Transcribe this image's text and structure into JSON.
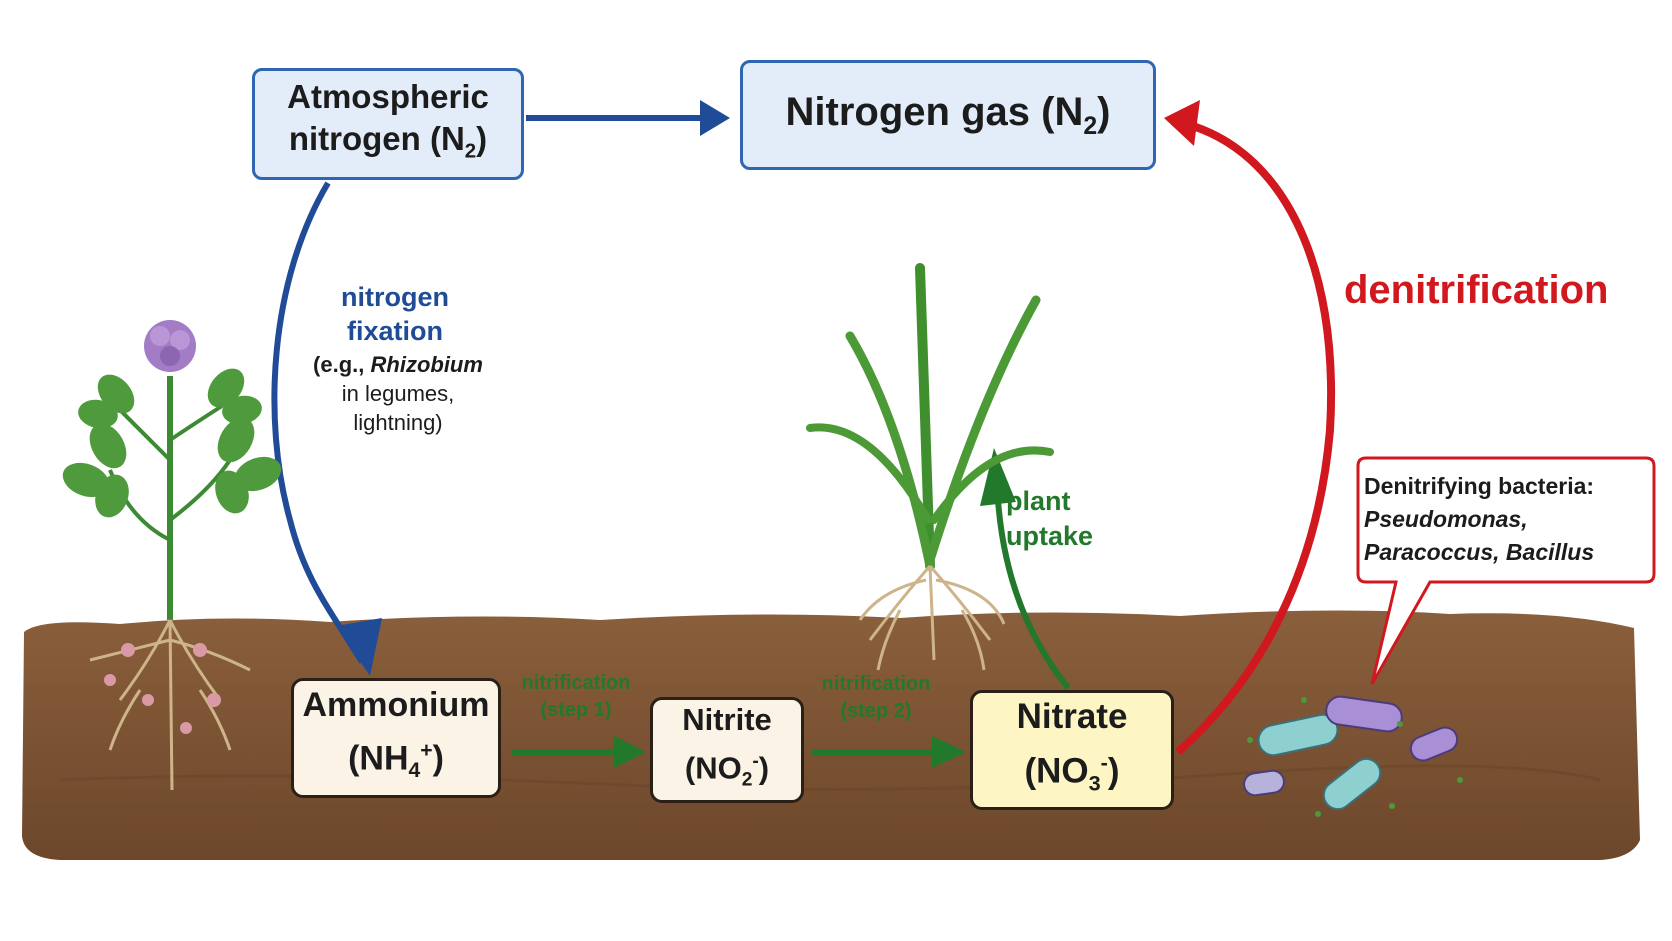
{
  "boxes": {
    "atmospheric": {
      "line1": "Atmospheric",
      "line2": "nitrogen (N",
      "sub": "2",
      "close": ")"
    },
    "nitrogen_gas": {
      "text": "Nitrogen gas (N",
      "sub": "2",
      "close": ")"
    },
    "ammonium": {
      "line1": "Ammonium",
      "line2": "(NH",
      "sub": "4",
      "sup": "+",
      "close": ")"
    },
    "nitrite": {
      "line1": "Nitrite",
      "line2": "(NO",
      "sub": "2",
      "sup": "-",
      "close": ")"
    },
    "nitrate": {
      "line1": "Nitrate",
      "line2": "(NO",
      "sub": "3",
      "sup": "-",
      "close": ")"
    }
  },
  "labels": {
    "fixation": {
      "line1": "nitrogen",
      "line2": "fixation"
    },
    "fixation_note": {
      "open": "(e.g., ",
      "organism": "Rhizobium",
      "line2": "in legumes,",
      "line3": "lightning)"
    },
    "uptake": {
      "line1": "plant",
      "line2": "uptake"
    },
    "denitrification": "denitrification",
    "nitrification_1": {
      "line1": "nitrification",
      "line2": "(step 1)"
    },
    "nitrification_2": {
      "line1": "nitrification",
      "line2": "(step 2)"
    }
  },
  "callout": {
    "title": "Denitrifying bacteria:",
    "genus1": "Pseudomonas,",
    "genus2": "Paracoccus, Bacillus"
  },
  "colors": {
    "fixation_blue": "#1f4b97",
    "nitrification_green": "#22782b",
    "denitrification_red": "#d1181f",
    "soil": "#7a5234",
    "box_border_blue": "#2f66b3"
  }
}
